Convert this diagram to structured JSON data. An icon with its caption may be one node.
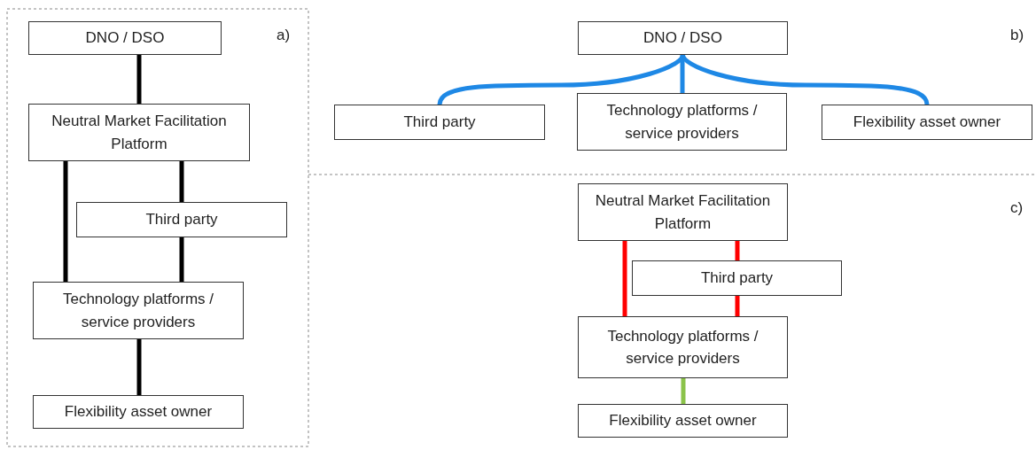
{
  "diagram": {
    "nodes": [
      {
        "text": [
          "DNO / DSO"
        ]
      },
      {
        "text": [
          "Neutral Market Facilitation Platform"
        ]
      },
      {
        "text": [
          "Third party"
        ]
      },
      {
        "text": [
          "Technology platforms / service providers"
        ]
      },
      {
        "text": [
          "Flexibility asset owner"
        ]
      },
      {
        "text": [
          "DNO / DSO"
        ]
      },
      {
        "text": [
          "Third party"
        ]
      },
      {
        "text": [
          "Technology platforms / service providers"
        ]
      },
      {
        "text": [
          "Flexibility asset owner"
        ]
      },
      {
        "text": [
          "Neutral Market Facilitation Platform"
        ]
      },
      {
        "text": [
          "Third party"
        ]
      },
      {
        "text": [
          "Technology platforms / service providers"
        ]
      },
      {
        "text": [
          "Flexibility asset owner"
        ]
      }
    ],
    "edges": [
      {
        "from": 0,
        "to": 1,
        "arrow": "none"
      },
      {
        "from": 1,
        "to": 3,
        "arrow": "none"
      },
      {
        "from": 1,
        "to": 2,
        "arrow": "none"
      },
      {
        "from": 2,
        "to": 3,
        "arrow": "none"
      },
      {
        "from": 3,
        "to": 4,
        "arrow": "none"
      },
      {
        "from": 6,
        "to": 5,
        "arrow": "none",
        "color": "#1e88e5"
      },
      {
        "from": 7,
        "to": 5,
        "arrow": "none",
        "color": "#1e88e5"
      },
      {
        "from": 8,
        "to": 5,
        "arrow": "none",
        "color": "#1e88e5"
      },
      {
        "from": 9,
        "to": 11,
        "arrow": "none",
        "color": "#ff0000"
      },
      {
        "from": 9,
        "to": 10,
        "arrow": "none",
        "color": "#ff0000"
      },
      {
        "from": 10,
        "to": 11,
        "arrow": "none",
        "color": "#ff0000"
      },
      {
        "from": 11,
        "to": 12,
        "arrow": "none",
        "color": "#8bc34a"
      }
    ],
    "labels": [
      "a)",
      "b)",
      "c)"
    ]
  }
}
